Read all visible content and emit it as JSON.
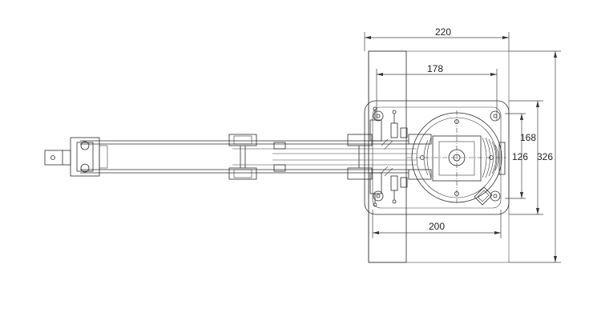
{
  "dimensions": {
    "top_width": "220",
    "inner_width": "178",
    "bottom_width": "200",
    "right_outer": "326",
    "right_mid": "168",
    "right_inner": "126"
  }
}
